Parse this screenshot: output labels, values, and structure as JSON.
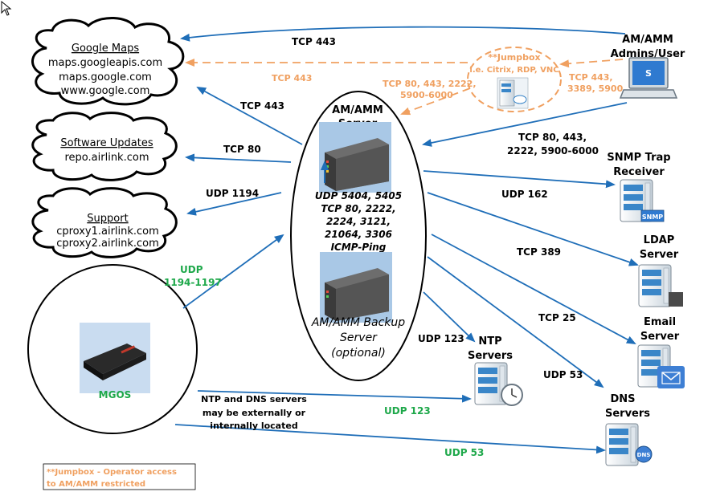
{
  "clouds": {
    "google": {
      "title": "Google Maps",
      "lines": [
        "maps.googleapis.com",
        "maps.google.com",
        "www.google.com"
      ]
    },
    "updates": {
      "title": "Software Updates",
      "lines": [
        "repo.airlink.com"
      ]
    },
    "support": {
      "title": "Support",
      "lines": [
        "cproxy1.airlink.com",
        "cproxy2.airlink.com"
      ]
    }
  },
  "jumpbox": {
    "title": "**Jumpbox",
    "subtitle": "i.e. Citrix, RDP, VNC"
  },
  "admins": {
    "title_line1": "AM/AMM",
    "title_line2": "Admins/User",
    "laptop_letter": "S"
  },
  "amm_server": {
    "title_line1": "AM/AMM",
    "title_line2": "Server"
  },
  "ports_block": [
    "UDP 5404, 5405",
    "TCP 80, 2222,",
    "2224, 3121,",
    "21064, 3306",
    "ICMP-Ping"
  ],
  "backup_server": {
    "line1": "AM/AMM Backup",
    "line2": "Server",
    "line3": "(optional)"
  },
  "mgos": {
    "label": "MGOS"
  },
  "nodes": {
    "snmp": {
      "line1": "SNMP Trap",
      "line2": "Receiver",
      "badge": "SNMP"
    },
    "ldap": {
      "line1": "LDAP",
      "line2": "Server"
    },
    "email": {
      "line1": "Email",
      "line2": "Server"
    },
    "ntp": {
      "line1": "NTP",
      "line2": "Servers"
    },
    "dns": {
      "line1": "DNS",
      "line2": "Servers",
      "badge": "DNS"
    }
  },
  "edge_labels": {
    "admins_google": "TCP 443",
    "jumpbox_google": "TCP 443",
    "admins_jumpbox_l1": "TCP 443,",
    "admins_jumpbox_l2": "3389, 5900",
    "jumpbox_server_l1": "TCP 80, 443, 2222,",
    "jumpbox_server_l2": "5900-6000",
    "server_google": "TCP 443",
    "admins_server_l1": "TCP 80, 443,",
    "admins_server_l2": "2222, 5900-6000",
    "server_updates": "TCP 80",
    "server_support": "UDP 1194",
    "server_snmp": "UDP 162",
    "server_ldap": "TCP 389",
    "server_email": "TCP 25",
    "server_dns": "UDP 53",
    "server_ntp": "UDP 123",
    "mgos_server_l1": "UDP",
    "mgos_server_l2": "1194-1197",
    "mgos_ntp": "UDP 123",
    "mgos_dns": "UDP 53"
  },
  "ntp_dns_note": [
    "NTP and DNS servers",
    "may be externally or",
    "internally located"
  ],
  "footnote": [
    "**Jumpbox - Operator access",
    "to AM/AMM restricted"
  ],
  "colors": {
    "blue_arrow": "#1f6eb8",
    "orange_arrow": "#f0a060",
    "green_text": "#1ea84a"
  }
}
